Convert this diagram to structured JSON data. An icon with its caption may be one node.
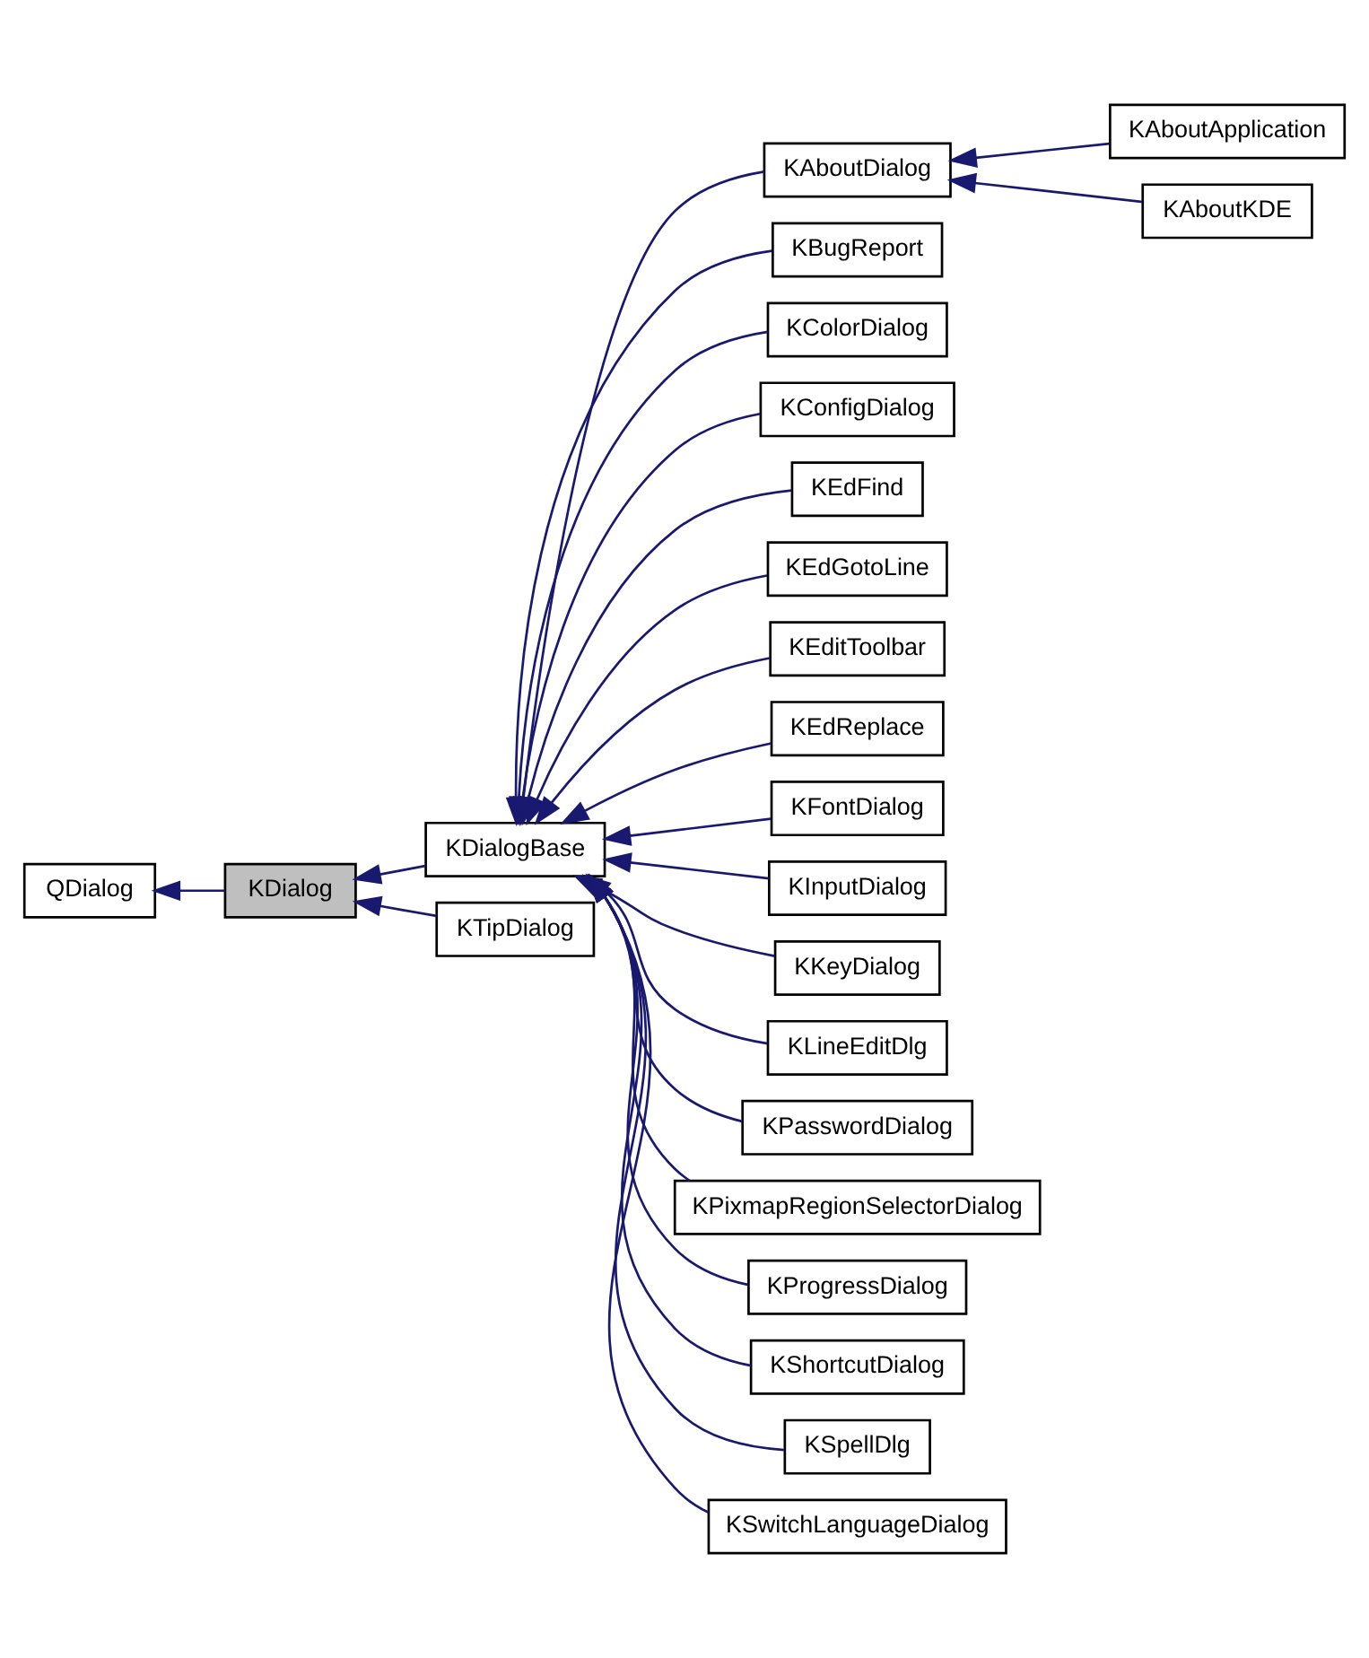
{
  "diagram": {
    "nodes": [
      {
        "text": [
          "QDialog"
        ]
      },
      {
        "text": [
          "KDialog"
        ]
      },
      {
        "text": [
          "KDialogBase"
        ]
      },
      {
        "text": [
          "KTipDialog"
        ]
      },
      {
        "text": [
          "KAboutDialog"
        ]
      },
      {
        "text": [
          "KAboutApplication"
        ]
      },
      {
        "text": [
          "KAboutKDE"
        ]
      },
      {
        "text": [
          "KBugReport"
        ]
      },
      {
        "text": [
          "KColorDialog"
        ]
      },
      {
        "text": [
          "KConfigDialog"
        ]
      },
      {
        "text": [
          "KEdFind"
        ]
      },
      {
        "text": [
          "KEdGotoLine"
        ]
      },
      {
        "text": [
          "KEditToolbar"
        ]
      },
      {
        "text": [
          "KEdReplace"
        ]
      },
      {
        "text": [
          "KFontDialog"
        ]
      },
      {
        "text": [
          "KInputDialog"
        ]
      },
      {
        "text": [
          "KKeyDialog"
        ]
      },
      {
        "text": [
          "KLineEditDlg"
        ]
      },
      {
        "text": [
          "KPasswordDialog"
        ]
      },
      {
        "text": [
          "KPixmapRegionSelectorDialog"
        ]
      },
      {
        "text": [
          "KProgressDialog"
        ]
      },
      {
        "text": [
          "KShortcutDialog"
        ]
      },
      {
        "text": [
          "KSpellDlg"
        ]
      },
      {
        "text": [
          "KSwitchLanguageDialog"
        ]
      }
    ],
    "edges": [
      {
        "from": 1,
        "to": 0,
        "arrow": "to"
      },
      {
        "from": 2,
        "to": 1,
        "arrow": "to"
      },
      {
        "from": 3,
        "to": 1,
        "arrow": "to"
      },
      {
        "from": 4,
        "to": 2,
        "arrow": "to"
      },
      {
        "from": 5,
        "to": 4,
        "arrow": "to"
      },
      {
        "from": 6,
        "to": 4,
        "arrow": "to"
      },
      {
        "from": 7,
        "to": 2,
        "arrow": "to"
      },
      {
        "from": 8,
        "to": 2,
        "arrow": "to"
      },
      {
        "from": 9,
        "to": 2,
        "arrow": "to"
      },
      {
        "from": 10,
        "to": 2,
        "arrow": "to"
      },
      {
        "from": 11,
        "to": 2,
        "arrow": "to"
      },
      {
        "from": 12,
        "to": 2,
        "arrow": "to"
      },
      {
        "from": 13,
        "to": 2,
        "arrow": "to"
      },
      {
        "from": 14,
        "to": 2,
        "arrow": "to"
      },
      {
        "from": 15,
        "to": 2,
        "arrow": "to"
      },
      {
        "from": 16,
        "to": 2,
        "arrow": "to"
      },
      {
        "from": 17,
        "to": 2,
        "arrow": "to"
      },
      {
        "from": 18,
        "to": 2,
        "arrow": "to"
      },
      {
        "from": 19,
        "to": 2,
        "arrow": "to"
      },
      {
        "from": 20,
        "to": 2,
        "arrow": "to"
      },
      {
        "from": 21,
        "to": 2,
        "arrow": "to"
      },
      {
        "from": 22,
        "to": 2,
        "arrow": "to"
      },
      {
        "from": 23,
        "to": 2,
        "arrow": "to"
      }
    ]
  }
}
